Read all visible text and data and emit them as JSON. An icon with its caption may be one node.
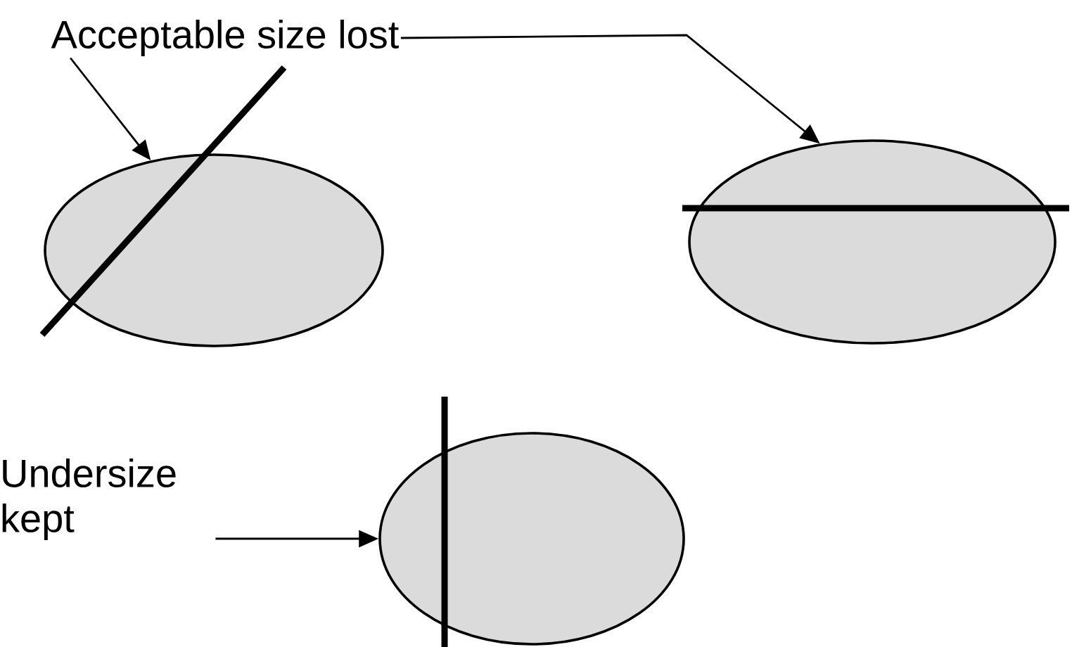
{
  "diagram": {
    "nodes": [
      {
        "text": [
          "Acceptable size lost"
        ]
      },
      {
        "text": [],
        "shape": "ellipse"
      },
      {
        "text": [],
        "shape": "ellipse"
      },
      {
        "text": [
          "Undersize kept"
        ]
      },
      {
        "text": [],
        "shape": "ellipse"
      }
    ],
    "edges": [
      {
        "from": 0,
        "to": 1,
        "arrow": "to"
      },
      {
        "from": 0,
        "to": 2,
        "arrow": "to"
      },
      {
        "from": 3,
        "to": 4,
        "arrow": "to"
      }
    ]
  }
}
